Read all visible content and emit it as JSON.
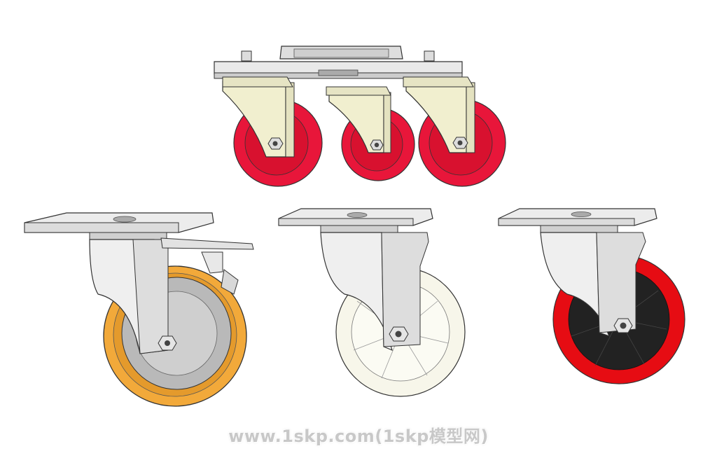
{
  "colors": {
    "background": "#ffffff",
    "steel_light": "#eeeeee",
    "steel_mid": "#d8d8d8",
    "steel_dark": "#b8b8b8",
    "outline": "#333333",
    "cream_fork": "#f1efcf",
    "red_wheel": "#e8163a",
    "red_wheel_dark": "#c40f2d",
    "orange_tread": "#f2a93a",
    "grey_hub": "#b9b9b9",
    "white_wheel": "#f7f6ea",
    "red_tread": "#e60c13",
    "black_hub": "#222222"
  },
  "objects": [
    {
      "name": "triple-red-caster-assembly",
      "count": 3
    },
    {
      "name": "orange-polyurethane-caster-with-brake"
    },
    {
      "name": "white-nylon-caster"
    },
    {
      "name": "red-black-rubber-caster"
    }
  ],
  "watermark": {
    "text": "www.1skp.com(1skp模型网)"
  }
}
